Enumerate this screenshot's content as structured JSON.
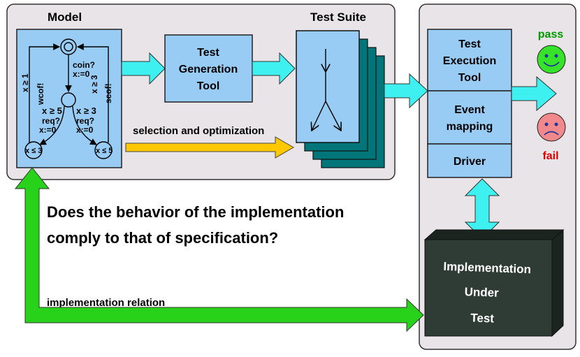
{
  "labels": {
    "model": "Model",
    "test_suite": "Test Suite",
    "test_generation_line1": "Test",
    "test_generation_line2": "Generation",
    "test_generation_line3": "Tool",
    "selection": "selection and optimization",
    "question_line1": "Does the behavior of the implementation",
    "question_line2": "comply to that of specification?",
    "impl_relation": "implementation relation",
    "exec_line1": "Test",
    "exec_line2": "Execution",
    "exec_line3": "Tool",
    "event_line1": "Event",
    "event_line2": "mapping",
    "driver": "Driver",
    "pass": "pass",
    "fail": "fail",
    "iut_line1": "Implementation",
    "iut_line2": "Under",
    "iut_line3": "Test"
  },
  "model_labels": {
    "coin": "coin?",
    "x0a": "x:=0",
    "x_ge_1": "x ≥ 1",
    "wcof": "wcof!",
    "x_ge_3_side": "x ≥ 3",
    "scof": "scof!",
    "x_ge_5": "x ≥ 5",
    "req_left": "req?",
    "x0b": "x:=0",
    "x_ge_3": "x ≥ 3",
    "req_right": "req?",
    "x0c": "x:=0",
    "x_le_3": "x ≤ 3",
    "x_le_5": "x ≤ 5"
  },
  "colors": {
    "panel_fill": "#e8e4e8",
    "box_fill": "#99ccf5",
    "cyan_arrow": "#3ff0f0",
    "teal_stack": "#00767a",
    "yellow_arrow": "#ffc800",
    "green_arrow": "#29d21a",
    "dark_box": "#2f3b35",
    "pass_green": "#009900",
    "fail_red": "#dd0000",
    "happy_face": "#37e22a",
    "sad_face": "#f0888c"
  }
}
